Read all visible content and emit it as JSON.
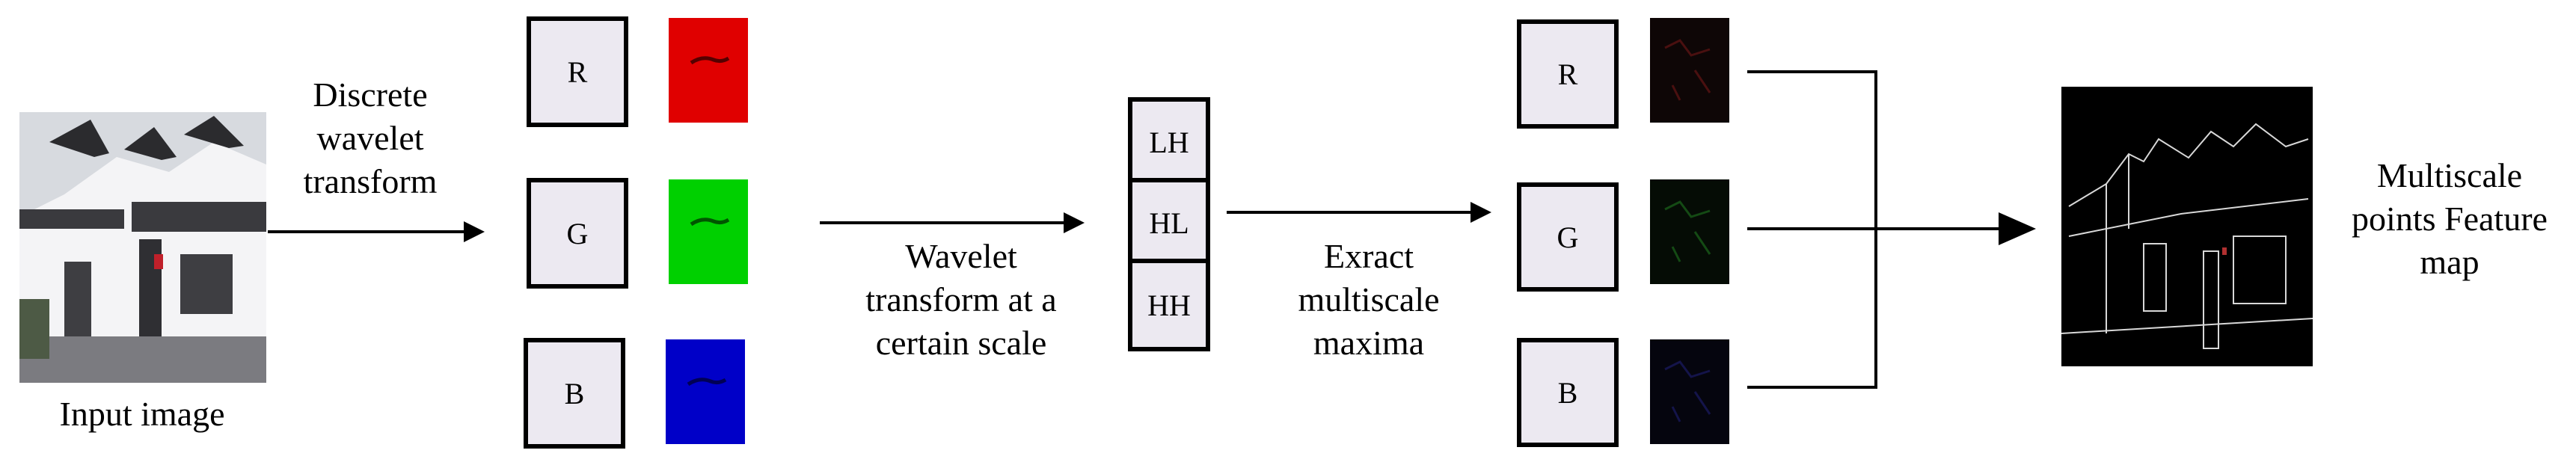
{
  "input": {
    "caption": "Input image"
  },
  "step1": {
    "lines": [
      "Discrete",
      "wavelet",
      "transform"
    ]
  },
  "rgb1": {
    "r": "R",
    "g": "G",
    "b": "B"
  },
  "step2": {
    "lines": [
      "Wavelet",
      "transform at a",
      "certain scale"
    ]
  },
  "bands": {
    "lh": "LH",
    "hl": "HL",
    "hh": "HH"
  },
  "step3": {
    "lines": [
      "Exract",
      "multiscale",
      "maxima"
    ]
  },
  "rgb2": {
    "r": "R",
    "g": "G",
    "b": "B"
  },
  "output": {
    "lines": [
      "Multiscale",
      "points Feature",
      "map"
    ]
  },
  "colors": {
    "red": "#e00000",
    "green": "#00d000",
    "blue": "#0000c8",
    "box_fill": "#ece9f1"
  }
}
